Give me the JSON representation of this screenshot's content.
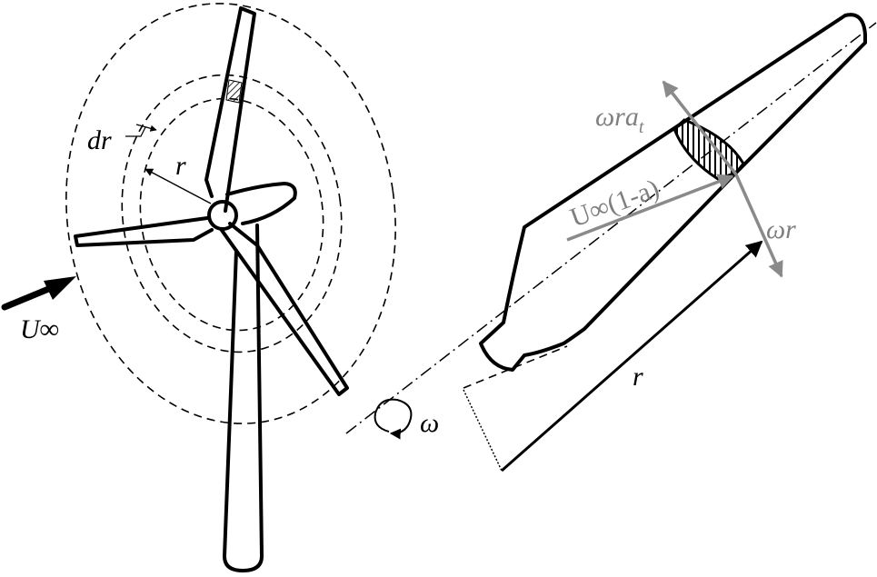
{
  "left_figure": {
    "dr_label": "dr",
    "radius_label": "r",
    "wind_label": "U∞"
  },
  "right_figure": {
    "tangential_label_main": "ωra",
    "tangential_label_sub": "t",
    "axial_label": "U∞(1-a)",
    "rotational_label": "ωr",
    "radius_label": "r",
    "omega_label": "ω"
  },
  "colors": {
    "line": "#000000",
    "velocity_arrows": "#8a8a8a"
  }
}
